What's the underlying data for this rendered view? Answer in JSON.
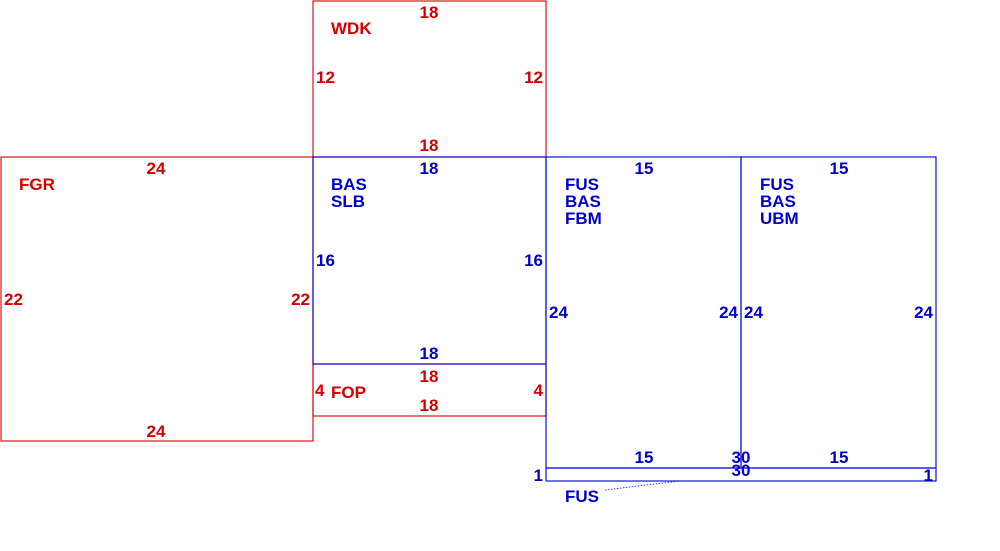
{
  "colors": {
    "red": "#d40000",
    "blue": "#0000c8"
  },
  "areas": {
    "wdk": {
      "name": "WDK",
      "top": "18",
      "bottom": "18",
      "left": "12",
      "right": "12"
    },
    "fgr": {
      "name": "FGR",
      "top": "24",
      "bottom": "24",
      "left": "22",
      "right": "22"
    },
    "bas_slb": {
      "name1": "BAS",
      "name2": "SLB",
      "top": "18",
      "bottom": "18",
      "left": "16",
      "right": "16"
    },
    "fop": {
      "name": "FOP",
      "top": "18",
      "bottom": "18",
      "left": "4",
      "right": "4"
    },
    "fus_fbm": {
      "name1": "FUS",
      "name2": "BAS",
      "name3": "FBM",
      "top": "15",
      "bottom": "15",
      "left": "24",
      "right": "24"
    },
    "fus_ubm": {
      "name1": "FUS",
      "name2": "BAS",
      "name3": "UBM",
      "top": "15",
      "bottom": "15",
      "left": "24",
      "right": "24"
    },
    "fus_strip": {
      "name": "FUS",
      "top": "30",
      "bottom": "30",
      "left": "1",
      "right": "1"
    }
  }
}
